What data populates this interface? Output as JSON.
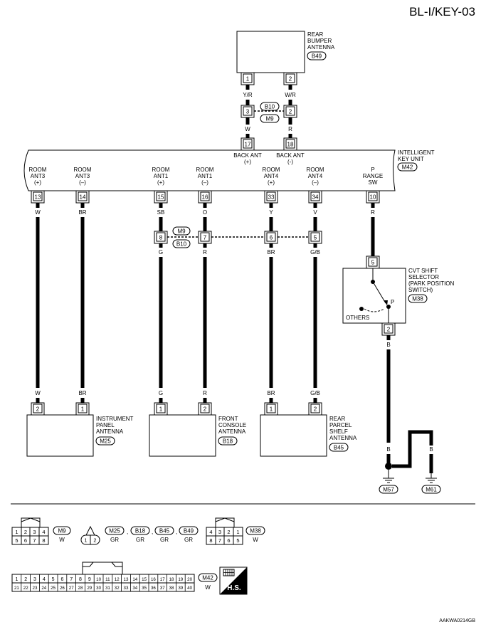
{
  "title": "BL-I/KEY-03",
  "footer_code": "AAKWA0214GB",
  "hs_label": "H.S.",
  "rear_bumper_antenna": {
    "lines": [
      "REAR",
      "BUMPER",
      "ANTENNA"
    ],
    "connector": "B49",
    "pins": [
      "1",
      "2"
    ]
  },
  "upper_wires": {
    "left": "Y/R",
    "right": "W/R",
    "left_low": "W",
    "right_low": "R"
  },
  "mid_connector_top": {
    "pins": [
      "3",
      "2"
    ],
    "connectors": [
      "B10",
      "M9"
    ]
  },
  "back_ant_pins": [
    "17",
    "18"
  ],
  "back_ant_labels": [
    {
      "name": "BACK ANT",
      "sign": "(+)"
    },
    {
      "name": "BACK ANT",
      "sign": "(-)"
    }
  ],
  "key_unit": {
    "lines": [
      "INTELLIGENT",
      "KEY UNIT"
    ],
    "connector": "M42"
  },
  "key_unit_terminals": [
    {
      "line1": "ROOM",
      "line2": "ANT3",
      "line3": "(+)",
      "pin": "13",
      "wire": "W"
    },
    {
      "line1": "ROOM",
      "line2": "ANT3",
      "line3": "(–)",
      "pin": "14",
      "wire": "BR"
    },
    {
      "line1": "ROOM",
      "line2": "ANT1",
      "line3": "(+)",
      "pin": "15",
      "wire": "SB"
    },
    {
      "line1": "ROOM",
      "line2": "ANT1",
      "line3": "(–)",
      "pin": "16",
      "wire": "O"
    },
    {
      "line1": "ROOM",
      "line2": "ANT4",
      "line3": "(+)",
      "pin": "33",
      "wire": "Y"
    },
    {
      "line1": "ROOM",
      "line2": "ANT4",
      "line3": "(–)",
      "pin": "34",
      "wire": "V"
    },
    {
      "line1": "P",
      "line2": "RANGE",
      "line3": "SW",
      "pin": "10",
      "wire": "R"
    }
  ],
  "mid_connector_low": {
    "connectors": [
      "M9",
      "B10"
    ],
    "pins": [
      "8",
      "7",
      "6",
      "5"
    ],
    "wires_below": [
      "G",
      "R",
      "BR",
      "G/B"
    ]
  },
  "cvt": {
    "lines": [
      "CVT SHIFT",
      "SELECTOR",
      "(PARK POSITION",
      "SWITCH)"
    ],
    "connector": "M38",
    "pin_top": "5",
    "pin_bottom": "2",
    "p_label": "P",
    "others_label": "OTHERS",
    "wire_below": "B"
  },
  "bottom_wires": [
    "W",
    "BR",
    "G",
    "R",
    "BR",
    "G/B"
  ],
  "antennas": [
    {
      "lines": [
        "INSTRUMENT",
        "PANEL",
        "ANTENNA"
      ],
      "connector": "M25",
      "pins": [
        "2",
        "1"
      ]
    },
    {
      "lines": [
        "FRONT",
        "CONSOLE",
        "ANTENNA"
      ],
      "connector": "B18",
      "pins": [
        "1",
        "2"
      ]
    },
    {
      "lines": [
        "REAR",
        "PARCEL",
        "SHELF",
        "ANTENNA"
      ],
      "connector": "B45",
      "pins": [
        "1",
        "2"
      ]
    }
  ],
  "ground": {
    "wires": [
      "B",
      "B",
      "B"
    ],
    "grounds": [
      "M57",
      "M61"
    ]
  },
  "legend": {
    "m9": {
      "connector": "M9",
      "color": "W",
      "pins_top": [
        "1",
        "2",
        "3",
        "4"
      ],
      "pins_bottom": [
        "5",
        "6",
        "7",
        "8"
      ]
    },
    "small": {
      "pins": [
        "1",
        "2"
      ],
      "connectors": [
        "M25",
        "B18",
        "B45",
        "B49"
      ],
      "colors": [
        "GR",
        "GR",
        "GR",
        "GR"
      ],
      "sep": ","
    },
    "m38": {
      "connector": "M38",
      "color": "W",
      "pins_top": [
        "4",
        "3",
        "2",
        "1"
      ],
      "pins_bottom": [
        "8",
        "7",
        "6",
        "5"
      ]
    },
    "m42": {
      "connector": "M42",
      "color": "W",
      "pins_top": [
        "1",
        "2",
        "3",
        "4",
        "5",
        "6",
        "7",
        "8",
        "9",
        "10",
        "11",
        "12",
        "13",
        "14",
        "15",
        "16",
        "17",
        "18",
        "19",
        "20"
      ],
      "pins_bottom": [
        "21",
        "22",
        "23",
        "24",
        "25",
        "26",
        "27",
        "28",
        "29",
        "30",
        "31",
        "32",
        "33",
        "34",
        "35",
        "36",
        "37",
        "38",
        "39",
        "40"
      ]
    }
  }
}
